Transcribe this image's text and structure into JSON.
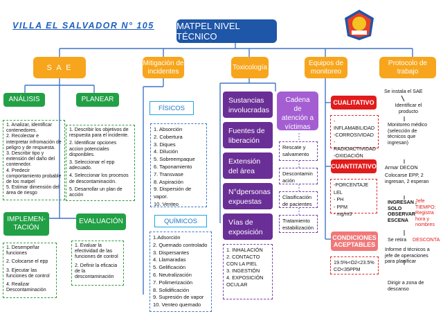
{
  "header": {
    "org_title": "VILLA EL SALVADOR N° 105",
    "main_title": "MATPEL NIVEL TÉCNICO"
  },
  "branches": {
    "sae": "S A E",
    "mitigacion": "Mitigación de incidentes",
    "toxicologia": "Toxicología",
    "equipos": "Equipos de monitoreo",
    "protocolo": "Protocolo de trabajo"
  },
  "sae": {
    "analisis": {
      "label": "ANÁLISIS",
      "items": [
        "1. Analizar, identificar contenedores.",
        "2. Recolectar e interpretar infromación de peligro y de respuesta.",
        "3. Describir tipo y extensión del daño del contenedor.",
        "4. Predecir comportamiento probable de los matpel",
        "5. Estimar dimensión del área de riesgo"
      ]
    },
    "planear": {
      "label": "PLANEAR",
      "items": [
        "1. Describir los objetivos de respuesta para el incidente.",
        "2. Identificar opciones accion potenciales disponibles.",
        "3. Seleccionar el epp adecuado.",
        "4. Seleccionar los procesos de descontaminación.",
        "5. Desarrollar un plan de acción"
      ]
    },
    "implementacion": {
      "label": "IMPLEMEN-TACIÓN",
      "items": [
        "1. Desempeñar funciones",
        "2. Colocarse el epp",
        "3. Ejecutar las funciones de control",
        "4. Realizar Descontaminación"
      ]
    },
    "evaluacion": {
      "label": "EVALUACIÓN",
      "items": [
        "1. Evaluar la efectividad de las funciones de control",
        "2. Definir la eficacia de la descontaminación"
      ]
    }
  },
  "mitigacion": {
    "fisicos": {
      "label": "FÍSICOS",
      "items": [
        "1. Absorción",
        "2. Cobertura",
        "3. Diques",
        "4. Dilución",
        "5. Sobreempaque",
        "6. Taponamiento",
        "7. Transvase",
        "8. Aspiración",
        "9. Dispersión de vapor.",
        "10. Venteo"
      ]
    },
    "quimicos": {
      "label": "QUÍMICOS",
      "items": [
        "1.Adsorción",
        "2. Quemado controlado",
        "3. Dispersantes",
        "4. Llamaradas",
        "5. Gelificación",
        "6. Neutralización",
        "7. Polimerización",
        "8. Solidificación",
        "9. Supresión de vapor",
        "10. Venteo quemado"
      ]
    }
  },
  "toxicologia": {
    "boxes": [
      "Sustancias involucradas",
      "Fuentes de liberación",
      "Extensión del área",
      "N°dpersonas expuestas",
      "Vías de exposición"
    ],
    "vias": [
      "1. INHALACIÓN",
      "2. CONTACTO CON LA PIEL",
      "3. INGESTIÓN",
      "4. EXPOSICIÓN OCULAR"
    ],
    "cadena": {
      "label": "Cadena de atención a víctimas",
      "steps": [
        "Rescate y salvamento",
        "Descontamin ación",
        "Clasificación de pacientes",
        "Tratamiento estabilización"
      ]
    }
  },
  "equipos": {
    "cualitativo": {
      "label": "CUALITATIVO",
      "items": [
        "-INFLAMABILIDAD",
        "-CORROSIVIDAD",
        "-RADIOACTIVIDAD",
        "-OXIDACIÓN"
      ]
    },
    "cuantitativo": {
      "label": "CUANTITATIVO",
      "items": [
        "-PORCENTAJE LEL",
        "- PH",
        "- PPM",
        "- mg/m3"
      ]
    },
    "condiciones": {
      "label": "CONDICIONES ACEPTABLES",
      "items": [
        "19.5%<O2<23.5%",
        "CO<35PPM"
      ]
    }
  },
  "protocolo": {
    "steps": [
      "Se instala el SAE",
      "Identificar el producto",
      "Monitoreo médico (selección de técnicos que ingresan)",
      "Armar DECON",
      "Colocarse EPP, 2 ingresan, 2 esperan",
      "INGRESAN , SOLO OBSERVAR ESCENA",
      "Se retira",
      "Informe d técnicos a jefe de operaciones para planificar",
      "Dirigir a zona de descanso"
    ],
    "note_tiempo": "Jefe TIEMPO: Registra hora y nombres",
    "note_desconta": "DESCONTA"
  },
  "colors": {
    "orange": "#f7a51c",
    "green": "#22a046",
    "purple": "#6a2f96",
    "lilac": "#a45ed2",
    "red": "#e21b1b",
    "title_blue": "#1e5fbf",
    "line_blue": "#3f74c9"
  }
}
